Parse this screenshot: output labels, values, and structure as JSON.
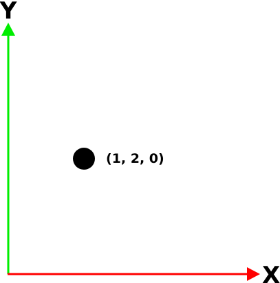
{
  "axes": {
    "x": {
      "label": "X",
      "color": "#ff0000"
    },
    "y": {
      "label": "Y",
      "color": "#00ee00"
    }
  },
  "point": {
    "label": "(1, 2, 0)",
    "coordinates": [
      1,
      2,
      0
    ],
    "color": "#000000"
  }
}
